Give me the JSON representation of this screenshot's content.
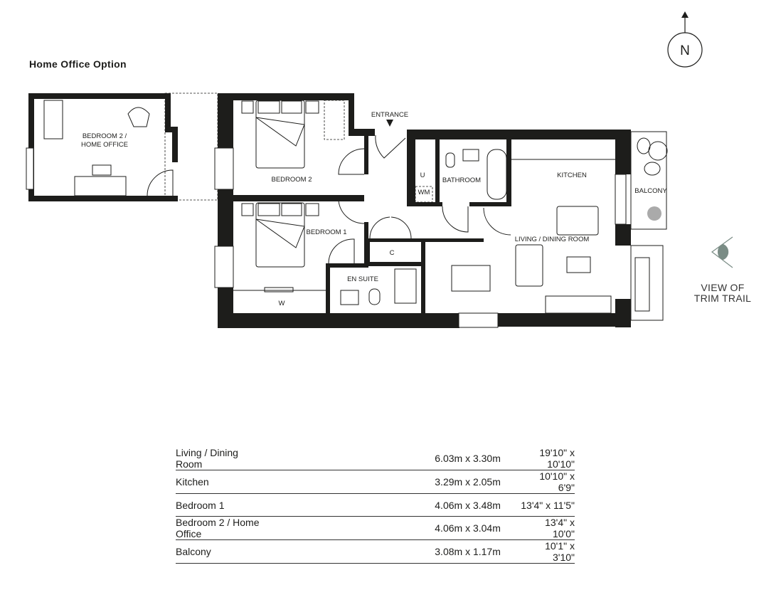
{
  "title": "Home Office Option",
  "compass": {
    "label": "N",
    "icon": "north-arrow-icon"
  },
  "view_note": {
    "line1": "VIEW OF",
    "line2": "TRIM TRAIL",
    "icon": "eye-icon",
    "color": "#7a8c85"
  },
  "rooms": {
    "bedroom2_office_line1": "BEDROOM 2 /",
    "bedroom2_office_line2": "HOME OFFICE",
    "bedroom2": "BEDROOM 2",
    "bedroom1": "BEDROOM 1",
    "entrance": "ENTRANCE",
    "utility": "U",
    "washing_machine": "WM",
    "bathroom": "BATHROOM",
    "kitchen": "KITCHEN",
    "balcony": "BALCONY",
    "living_dining": "LIVING / DINING ROOM",
    "cupboard": "C",
    "en_suite": "EN SUITE",
    "wardrobe": "W"
  },
  "dimensions": [
    {
      "room": "Living / Dining Room",
      "metric": "6.03m x 3.30m",
      "imperial": "19'10\" x 10'10\""
    },
    {
      "room": "Kitchen",
      "metric": "3.29m x 2.05m",
      "imperial": "10'10\" x 6'9\""
    },
    {
      "room": "Bedroom 1",
      "metric": "4.06m x 3.48m",
      "imperial": "13'4\" x 11'5\""
    },
    {
      "room": "Bedroom 2 / Home Office",
      "metric": "4.06m x 3.04m",
      "imperial": "13'4\" x 10'0\""
    },
    {
      "room": "Balcony",
      "metric": "3.08m x 1.17m",
      "imperial": "10'1\" x 3'10\""
    }
  ]
}
